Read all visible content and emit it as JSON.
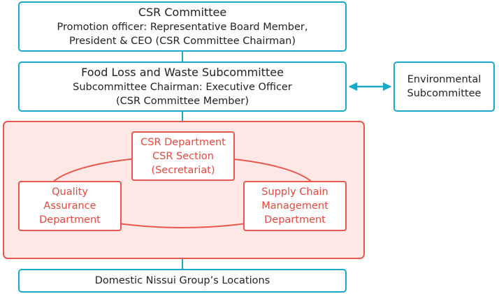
{
  "committee": {
    "title": "CSR Committee",
    "line1": "Promotion officer: Representative Board Member,",
    "line2": "President & CEO (CSR Committee Chairman)"
  },
  "subcommittee": {
    "title": "Food Loss and Waste Subcommittee",
    "line1": "Subcommittee Chairman: Executive Officer",
    "line2": "(CSR Committee Member)"
  },
  "environmental": {
    "line1": "Environmental",
    "line2": "Subcommittee"
  },
  "csr_department": {
    "line1": "CSR Department",
    "line2": "CSR Section",
    "line3": "(Secretariat)"
  },
  "quality_assurance": {
    "line1": "Quality",
    "line2": "Assurance",
    "line3": "Department"
  },
  "supply_chain": {
    "line1": "Supply Chain",
    "line2": "Management",
    "line3": "Department"
  },
  "domestic_locations": "Domestic Nissui Group’s Locations",
  "colors": {
    "blue_border": "#1ca9c9",
    "red_border": "#e8574d",
    "red_text": "#e14a40",
    "pink_fill": "#fde8e6"
  }
}
